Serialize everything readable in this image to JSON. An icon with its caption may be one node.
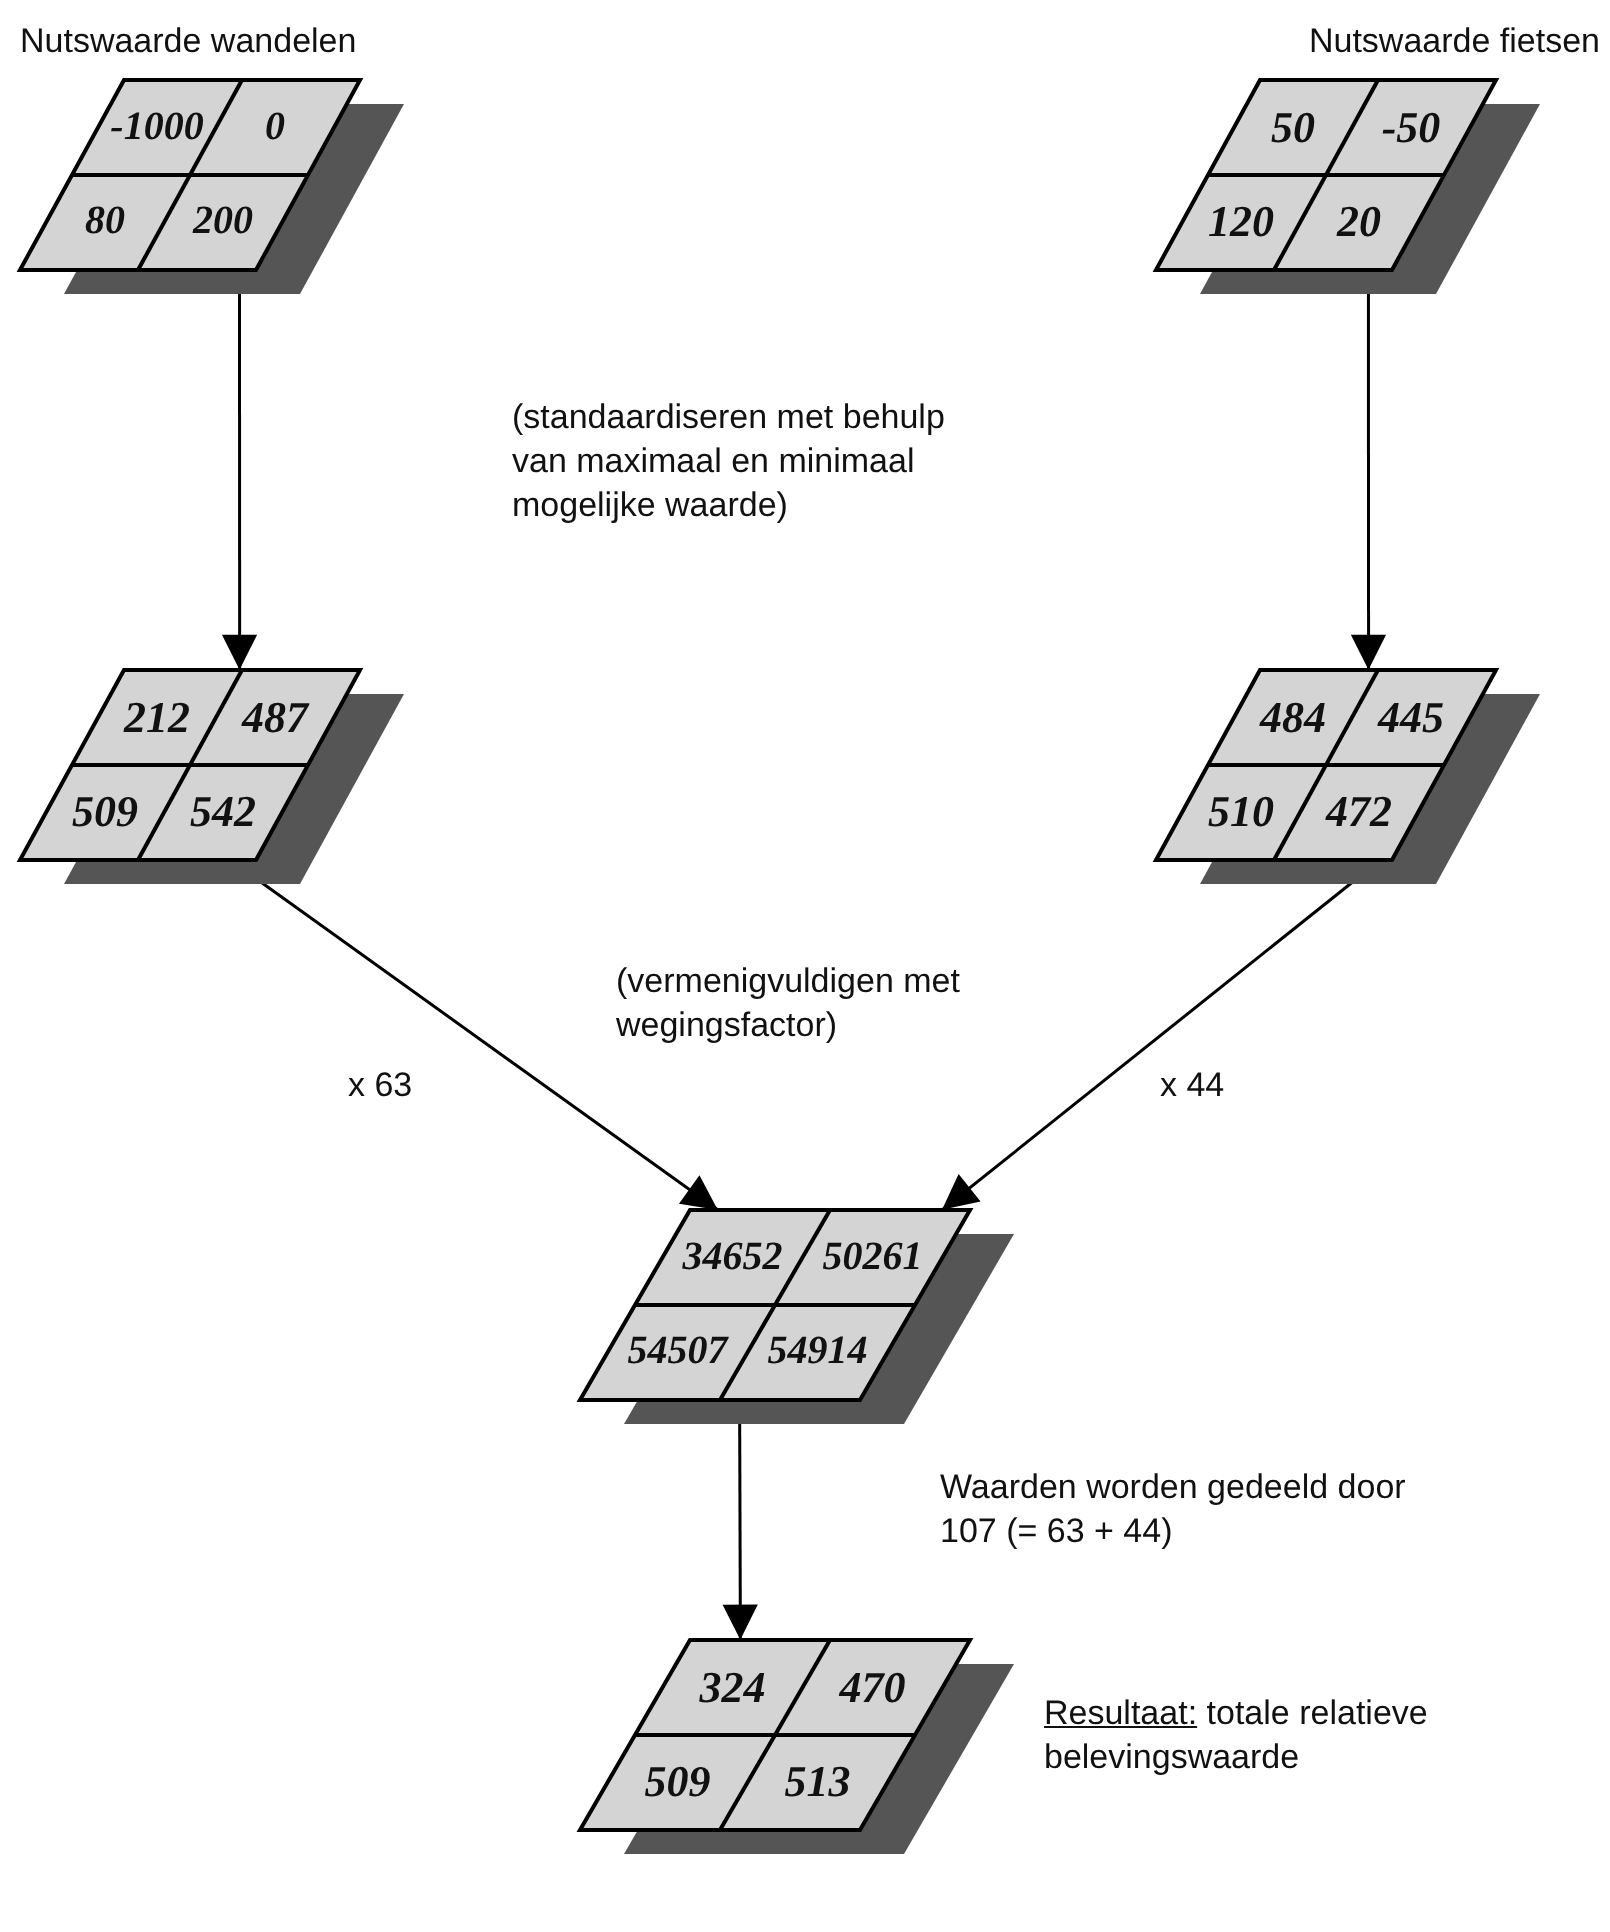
{
  "diagram": {
    "nodes": [
      {
        "text": [
          "-1000",
          "0",
          "80",
          "200"
        ],
        "beside": [
          "Nutswaarde wandelen"
        ]
      },
      {
        "text": [
          "50",
          "-50",
          "120",
          "20"
        ],
        "beside": [
          "Nutswaarde fietsen"
        ]
      },
      {
        "text": [
          "212",
          "487",
          "509",
          "542"
        ]
      },
      {
        "text": [
          "484",
          "445",
          "510",
          "472"
        ]
      },
      {
        "text": [
          "34652",
          "50261",
          "54507",
          "54914"
        ]
      },
      {
        "text": [
          "324",
          "470",
          "509",
          "513"
        ],
        "beside": [
          "Resultaat:",
          "totale relatieve belevingswaarde"
        ]
      }
    ],
    "edges": [
      {
        "from": 0,
        "to": 2,
        "arrow": "to"
      },
      {
        "from": 1,
        "to": 3,
        "arrow": "to"
      },
      {
        "from": 2,
        "to": 4,
        "arrow": "to",
        "label": "x 63"
      },
      {
        "from": 3,
        "to": 4,
        "arrow": "to",
        "label": "x 44"
      },
      {
        "from": 4,
        "to": 5,
        "arrow": "to"
      }
    ],
    "labels": [
      "(standaardiseren met behulp van maximaal en minimaal mogelijke waarde)",
      "(vermenigvuldigen met wegingsfactor)",
      "Waarden worden gedeeld door 107 (= 63 + 44)"
    ]
  }
}
